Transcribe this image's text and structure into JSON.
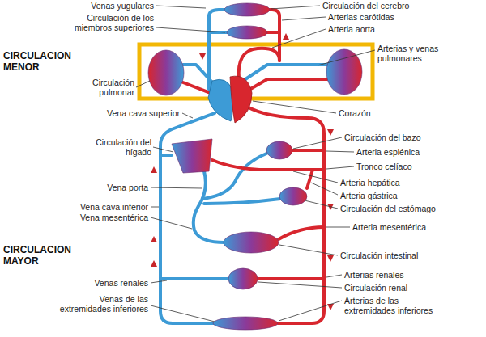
{
  "diagram": {
    "labels": [
      "Venas yugulares",
      "Circulación de los miembros superiores",
      "CIRCULACION MENOR",
      "Circulación pulmonar",
      "Vena cava superior",
      "Circulación del hígado",
      "Vena porta",
      "Vena cava inferior",
      "Vena mesentérica",
      "CIRCULACION MAYOR",
      "Venas renales",
      "Venas de las extremidades inferiores",
      "Circulación del cerebro",
      "Arterias carótidas",
      "Arteria aorta",
      "Arterias y venas pulmonares",
      "Corazón",
      "Circulación del bazo",
      "Arteria esplénica",
      "Tronco celíaco",
      "Arteria hepática",
      "Arteria gástrica",
      "Circulación del estómago",
      "Arteria mesentérica",
      "Circulación intestinal",
      "Arterias renales",
      "Circulación renal",
      "Arterias de las extremidades inferiores"
    ]
  }
}
